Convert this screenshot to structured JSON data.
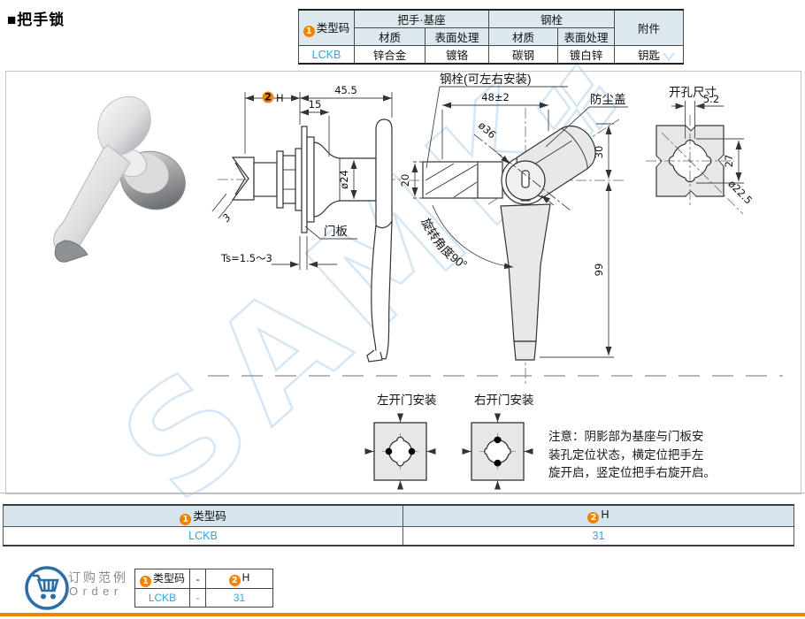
{
  "title": "■把手锁",
  "badges": {
    "one": "1",
    "two": "2"
  },
  "spec_table": {
    "h_type": "类型码",
    "g_handle": "把手·基座",
    "g_bolt": "钢栓",
    "h_acc": "附件",
    "h_mat1": "材质",
    "h_sur1": "表面处理",
    "h_mat2": "材质",
    "h_sur2": "表面处理",
    "row": {
      "code": "LCKB",
      "mat1": "锌合金",
      "sur1": "镀铬",
      "mat2": "碳钢",
      "sur2": "镀白锌",
      "acc": "钥匙"
    }
  },
  "drawings": {
    "left": {
      "h": "H",
      "d455": "45.5",
      "d15": "15",
      "d24": "ø24",
      "d3": "3",
      "door": "门板",
      "ts": "Ts=1.5～3"
    },
    "mid": {
      "bolt": "钢栓(可左右安装)",
      "d48": "48±2",
      "dust": "防尘盖",
      "d36": "ø36",
      "d20": "20",
      "d30": "30",
      "d99": "99",
      "rot": "旋转角度90°"
    },
    "right": {
      "t": "开孔尺寸",
      "d52": "5.2",
      "d27": "27",
      "d225": "ø22.5"
    },
    "install": {
      "left": "左开门安装",
      "right": "右开门安装"
    },
    "note1": "注意：阴影部为基座与门板安",
    "note2": "装孔定位状态，横定位把手左",
    "note3": "旋开启，竖定位把手右旋开启。"
  },
  "selection_table": {
    "c1": "类型码",
    "c2": "H",
    "code": "LCKB",
    "h": "31"
  },
  "order": {
    "zh": "订购范例",
    "en": "Order",
    "c1": "类型码",
    "dash": "-",
    "c2": "H",
    "code": "LCKB",
    "dash2": "-",
    "h": "31"
  },
  "watermark": {
    "text": "SAMK"
  },
  "colors": {
    "accent_orange": "#f08300",
    "link_blue": "#2aa7df",
    "header_bg": "#dce8ee"
  }
}
